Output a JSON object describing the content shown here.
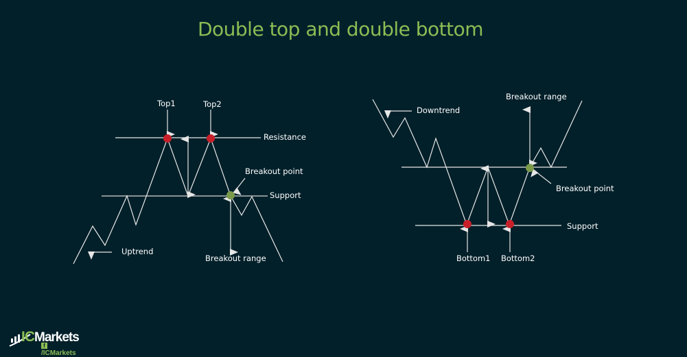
{
  "title": "Double top and double bottom",
  "colors": {
    "background": "#02202a",
    "title": "#8bbd54",
    "line": "#e8e8e8",
    "top_marker": "#c8202a",
    "breakout_marker": "#7a9a4a"
  },
  "double_top": {
    "labels": {
      "top1": "Top1",
      "top2": "Top2",
      "resistance": "Resistance",
      "support": "Support",
      "breakout_point": "Breakout  point",
      "breakout_range": "Breakout range",
      "trend": "Uptrend"
    }
  },
  "double_bottom": {
    "labels": {
      "bottom1": "Bottom1",
      "bottom2": "Bottom2",
      "resistance_line": "",
      "support": "Support",
      "breakout_point": "Breakout  point",
      "breakout_range": "Breakout range",
      "trend": "Downtrend"
    }
  },
  "logo": {
    "brand_prefix": "IC",
    "brand_suffix": "Markets",
    "social": "/ICMarkets"
  }
}
